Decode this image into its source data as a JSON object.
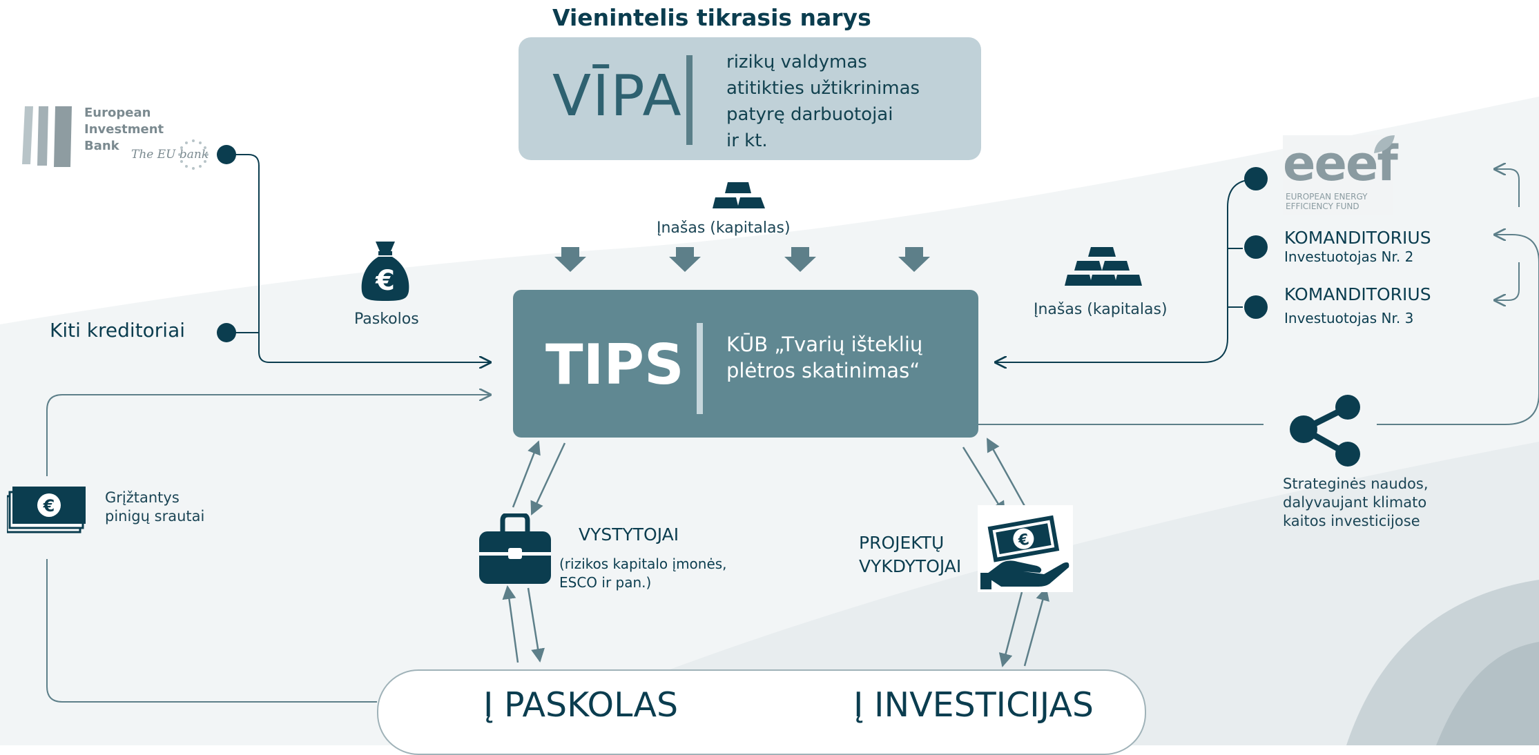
{
  "header": {
    "title": "Vienintelis tikrasis narys"
  },
  "vipa": {
    "logo": "VĪPA",
    "items": [
      "rizikų valdymas",
      "atitikties užtikrinimas",
      "patyrę darbuotojai",
      "ir kt."
    ]
  },
  "contribution_top": {
    "label": "Įnašas (kapitalas)",
    "icon": "gold-bars-icon"
  },
  "contribution_right": {
    "label": "Įnašas (kapitalas)",
    "icon": "gold-bars-icon"
  },
  "eib": {
    "lines": [
      "European",
      "Investment",
      "Bank"
    ],
    "tagline": "The EU bank"
  },
  "other_creditors": "Kiti kreditoriai",
  "loans": {
    "label": "Paskolos",
    "icon": "money-bag-euro-icon"
  },
  "tips": {
    "name": "TIPS",
    "full_name_lines": [
      "KŪB „Tvarių išteklių",
      "plėtros skatinimas“"
    ]
  },
  "eeef": {
    "logo": "eeef",
    "sub": [
      "EUROPEAN ENERGY",
      "EFFICIENCY FUND"
    ]
  },
  "investors": [
    {
      "title": "KOMANDITORIUS",
      "sub": "Investuotojas Nr. 2"
    },
    {
      "title": "KOMANDITORIUS",
      "sub": "Investuotojas Nr. 3"
    }
  ],
  "strategic": {
    "lines": [
      "Strateginės naudos,",
      "dalyvaujant klimato",
      "kaitos investicijose"
    ],
    "icon": "share-icon"
  },
  "returning": {
    "lines": [
      "Grįžtantys",
      "pinigų srautai"
    ],
    "icon": "banknotes-euro-icon"
  },
  "developers": {
    "title": "VYSTYTOJAI",
    "sub": [
      "(rizikos kapitalo įmonės,",
      "ESCO ir pan.)"
    ],
    "icon": "briefcase-icon"
  },
  "projects": {
    "lines": [
      "PROJEKTŲ",
      "VYKDYTOJAI"
    ],
    "icon": "hand-money-icon"
  },
  "bottom": {
    "loans": "Į PASKOLAS",
    "investments": "Į INVESTICIJAS"
  },
  "colors": {
    "dark": "#0b3d4f",
    "tips": "#608892",
    "vipa": "#c0d1d8",
    "arrow": "#5d7f89"
  }
}
